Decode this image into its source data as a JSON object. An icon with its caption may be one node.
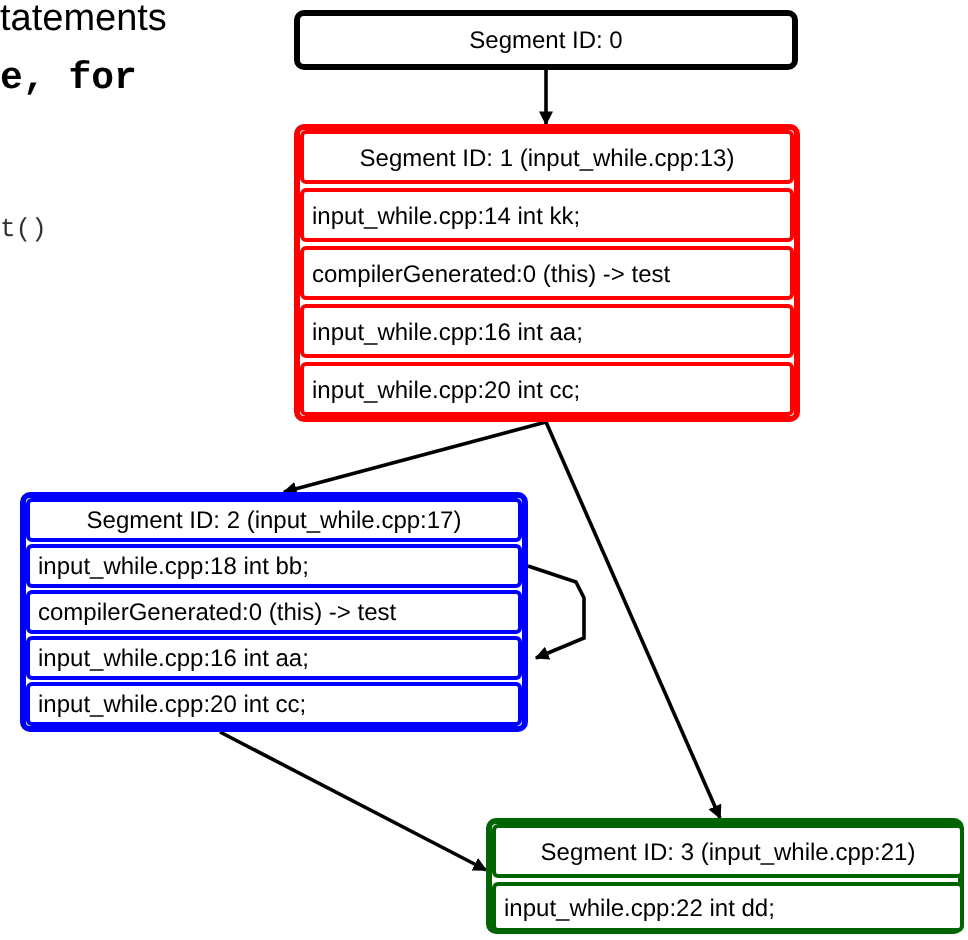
{
  "diagram": {
    "nodes": [
      {
        "text": [
          "Segment ID: 0"
        ]
      },
      {
        "text": [],
        "shape": "box"
      },
      {
        "text": [
          "Segment ID: 1 (input_while.cpp:13)"
        ],
        "in": 1
      },
      {
        "text": [
          "input_while.cpp:14 int kk;"
        ],
        "in": 1
      },
      {
        "text": [
          "compilerGenerated:0 (this) -> test"
        ],
        "in": 1
      },
      {
        "text": [
          "input_while.cpp:16 int aa;"
        ],
        "in": 1
      },
      {
        "text": [
          "input_while.cpp:20 int cc;"
        ],
        "in": 1
      },
      {
        "text": [],
        "shape": "box"
      },
      {
        "text": [
          "Segment ID: 2 (input_while.cpp:17)"
        ],
        "in": 7
      },
      {
        "text": [
          "input_while.cpp:18 int bb;"
        ],
        "in": 7
      },
      {
        "text": [
          "compilerGenerated:0 (this) -> test"
        ],
        "in": 7
      },
      {
        "text": [
          "input_while.cpp:16 int aa;"
        ],
        "in": 7
      },
      {
        "text": [
          "input_while.cpp:20 int cc;"
        ],
        "in": 7
      },
      {
        "text": [],
        "shape": "box"
      },
      {
        "text": [
          "Segment ID: 3 (input_while.cpp:21)"
        ],
        "in": 13
      },
      {
        "text": [
          "input_while.cpp:22 int dd;"
        ],
        "in": 13
      }
    ],
    "edges": [
      {
        "from": 0,
        "to": 1,
        "arrow": "to"
      },
      {
        "from": 1,
        "to": 7,
        "arrow": "to"
      },
      {
        "from": 1,
        "to": 13,
        "arrow": "to"
      },
      {
        "from": 7,
        "to": 13,
        "arrow": "to"
      },
      {
        "from": 9,
        "to": 11,
        "arrow": "to"
      }
    ],
    "labels": [
      "tatements",
      "e, for",
      "t()"
    ]
  }
}
